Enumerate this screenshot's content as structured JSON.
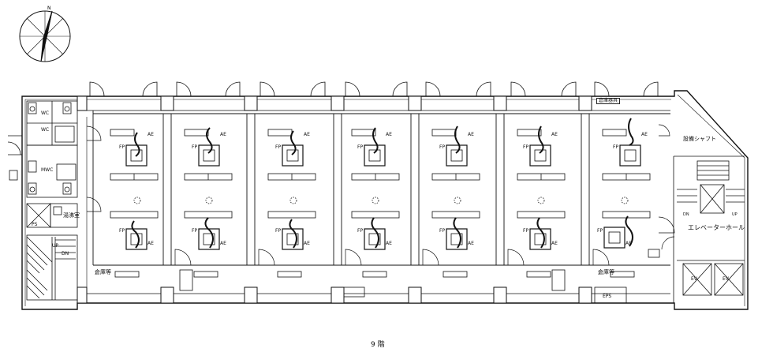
{
  "compass": {
    "north": "N"
  },
  "labels": {
    "wc1": "WC",
    "wc2": "WC",
    "mwc": "MWC",
    "kitchen": "湯沸室",
    "ps": "PS",
    "up": "UP",
    "dn": "DN",
    "storage_left": "倉庫等",
    "shaft": "設備シャフト",
    "elevator_hall": "エレベーターホール",
    "top_room": "倉庫器具",
    "storage_right": "倉庫等",
    "eps": "EPS",
    "ev1": "EV",
    "ev2": "EV",
    "dn_right": "DN",
    "up_right": "UP"
  },
  "fixtures": {
    "fp": "FP",
    "ae": "AE"
  },
  "floor_label": "9 階"
}
